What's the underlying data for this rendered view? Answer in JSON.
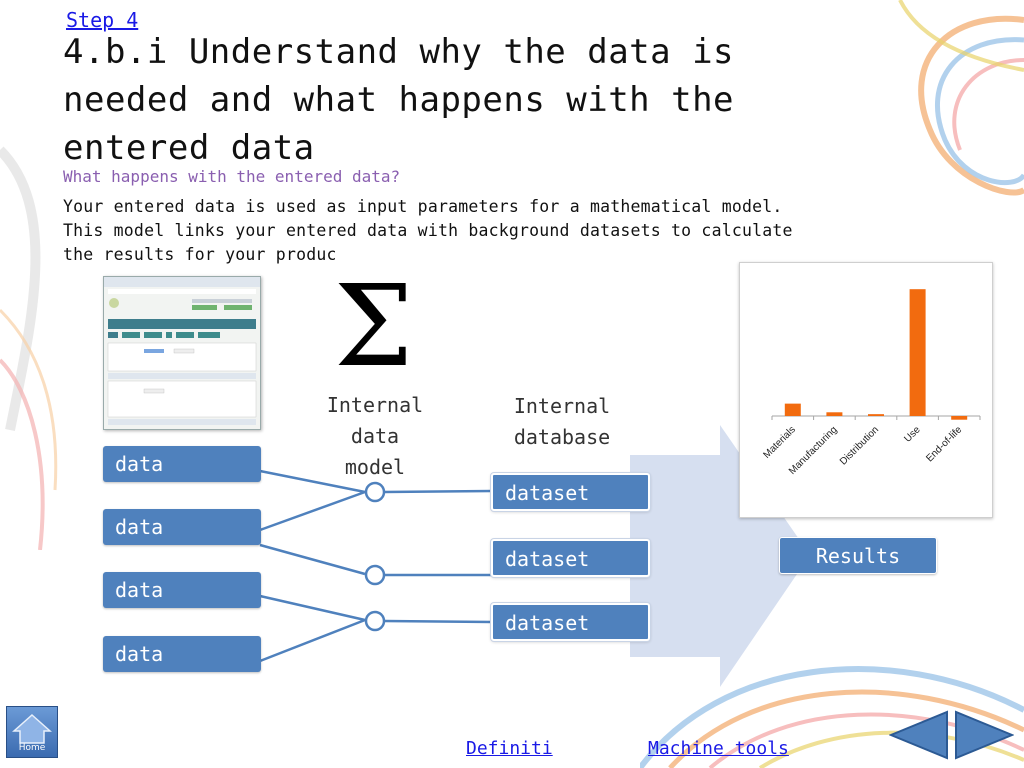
{
  "header": {
    "step_link": "Step 4",
    "title": "4.b.i Understand why the data is needed and what happens with the entered data",
    "subtitle": "What happens with the entered data?",
    "body_line1": "Your entered data is used as input parameters for a mathematical model.",
    "body_line2": "This model links your entered data with background datasets to calculate",
    "body_line3": "the results for your product."
  },
  "diagram": {
    "sigma_symbol": "Σ",
    "internal_model_line1": "Internal",
    "internal_model_line2": "data",
    "internal_model_line3": "model",
    "internal_db_line1": "Internal",
    "internal_db_line2": "database",
    "data_boxes": [
      "data",
      "data",
      "data",
      "data"
    ],
    "dataset_boxes": [
      "dataset",
      "dataset",
      "dataset"
    ],
    "results_label": "Results"
  },
  "chart_data": {
    "type": "bar",
    "categories": [
      "Materials",
      "Manufacturing",
      "Distribution",
      "Use",
      "End-of-life"
    ],
    "values": [
      0.4,
      0.12,
      0.06,
      4.1,
      -0.12
    ],
    "ylim": [
      -0.3,
      4.3
    ],
    "grid": false,
    "color": "#f26b0f"
  },
  "nav": {
    "home_label": "Home",
    "definitions_link": "Definiti",
    "machine_tools_link": "Machine tools",
    "prev_icon": "triangle-left-icon",
    "next_icon": "triangle-right-icon"
  },
  "colors": {
    "box_blue": "#4f81bd",
    "subtitle_purple": "#8a5fb0",
    "link_blue": "#1a1ae6",
    "arrow_light": "#d6dff0"
  }
}
